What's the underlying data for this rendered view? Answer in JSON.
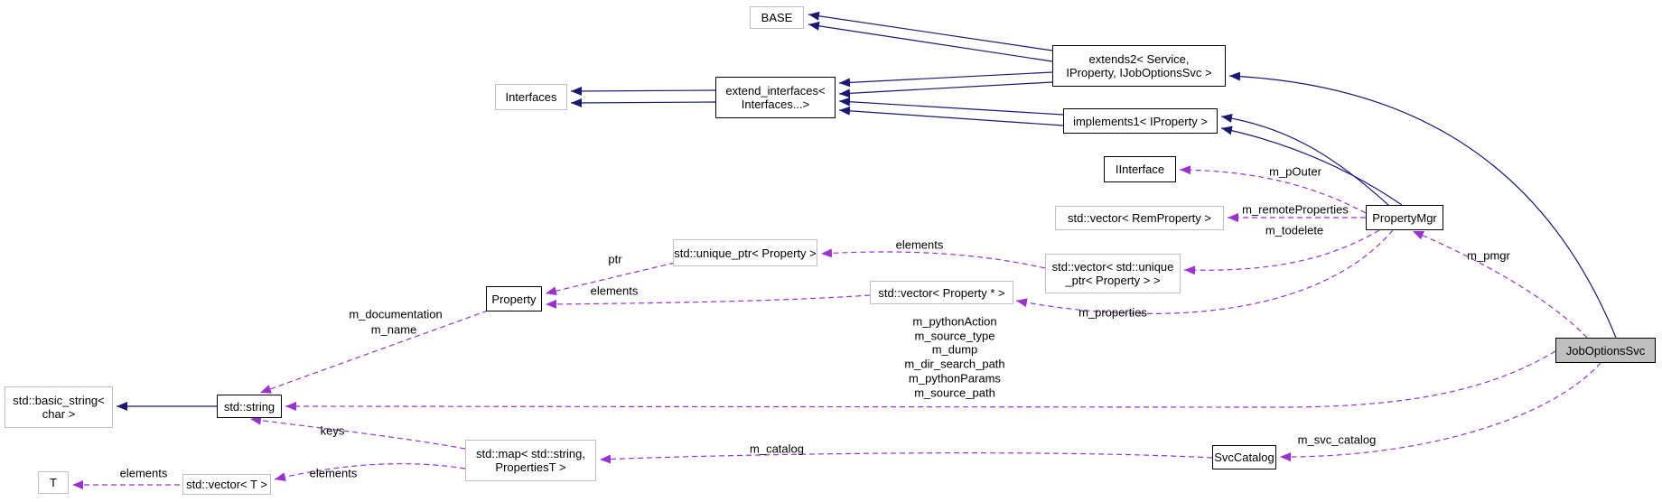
{
  "diagram": {
    "title": "JobOptionsSvc collaboration graph",
    "nodes": {
      "base": {
        "label": "BASE"
      },
      "extends2": {
        "lines": [
          "extends2< Service,",
          "IProperty, IJobOptionsSvc >"
        ]
      },
      "interfaces": {
        "label": "Interfaces"
      },
      "extend_interfaces": {
        "lines": [
          "extend_interfaces<",
          "Interfaces...>"
        ]
      },
      "implements1": {
        "label": "implements1< IProperty >"
      },
      "iinterface": {
        "label": "IInterface"
      },
      "vector_remproperty": {
        "label": "std::vector< RemProperty >"
      },
      "propertymgr": {
        "label": "PropertyMgr"
      },
      "unique_ptr_property": {
        "label": "std::unique_ptr< Property >"
      },
      "vector_unique_ptr": {
        "lines": [
          "std::vector< std::unique",
          "_ptr< Property > >"
        ]
      },
      "property": {
        "label": "Property"
      },
      "vector_property_ptr": {
        "label": "std::vector< Property * >"
      },
      "joboptionssvc": {
        "label": "JobOptionsSvc"
      },
      "basic_string": {
        "lines": [
          "std::basic_string<",
          "char >"
        ]
      },
      "std_string": {
        "label": "std::string"
      },
      "map_properties": {
        "lines": [
          "std::map< std::string,",
          "PropertiesT >"
        ]
      },
      "svccatalog": {
        "label": "SvcCatalog"
      },
      "t": {
        "label": "T"
      },
      "vector_t": {
        "label": "std::vector< T >"
      }
    },
    "edge_labels": {
      "m_pouter": "m_pOuter",
      "m_remoteproperties": "m_remoteProperties",
      "m_todelete": "m_todelete",
      "m_pmgr": "m_pmgr",
      "m_properties": "m_properties",
      "elements_unique": "elements",
      "elements_propvec": "elements",
      "ptr": "ptr",
      "m_documentation": "m_documentation",
      "m_name": "m_name",
      "keys": "keys",
      "elements_map_vector": "elements",
      "elements_vector_t": "elements",
      "m_catalog": "m_catalog",
      "m_svc_catalog": "m_svc_catalog",
      "joboptions_members": [
        "m_pythonAction",
        "m_source_type",
        "m_dump",
        "m_dir_search_path",
        "m_pythonParams",
        "m_source_path"
      ]
    },
    "colors": {
      "inherit_edge": "#191970",
      "usage_edge": "#9a32cd",
      "node_border": "#000000",
      "template_border": "#bfbfbf",
      "selected_fill": "#bfbfbf"
    }
  }
}
